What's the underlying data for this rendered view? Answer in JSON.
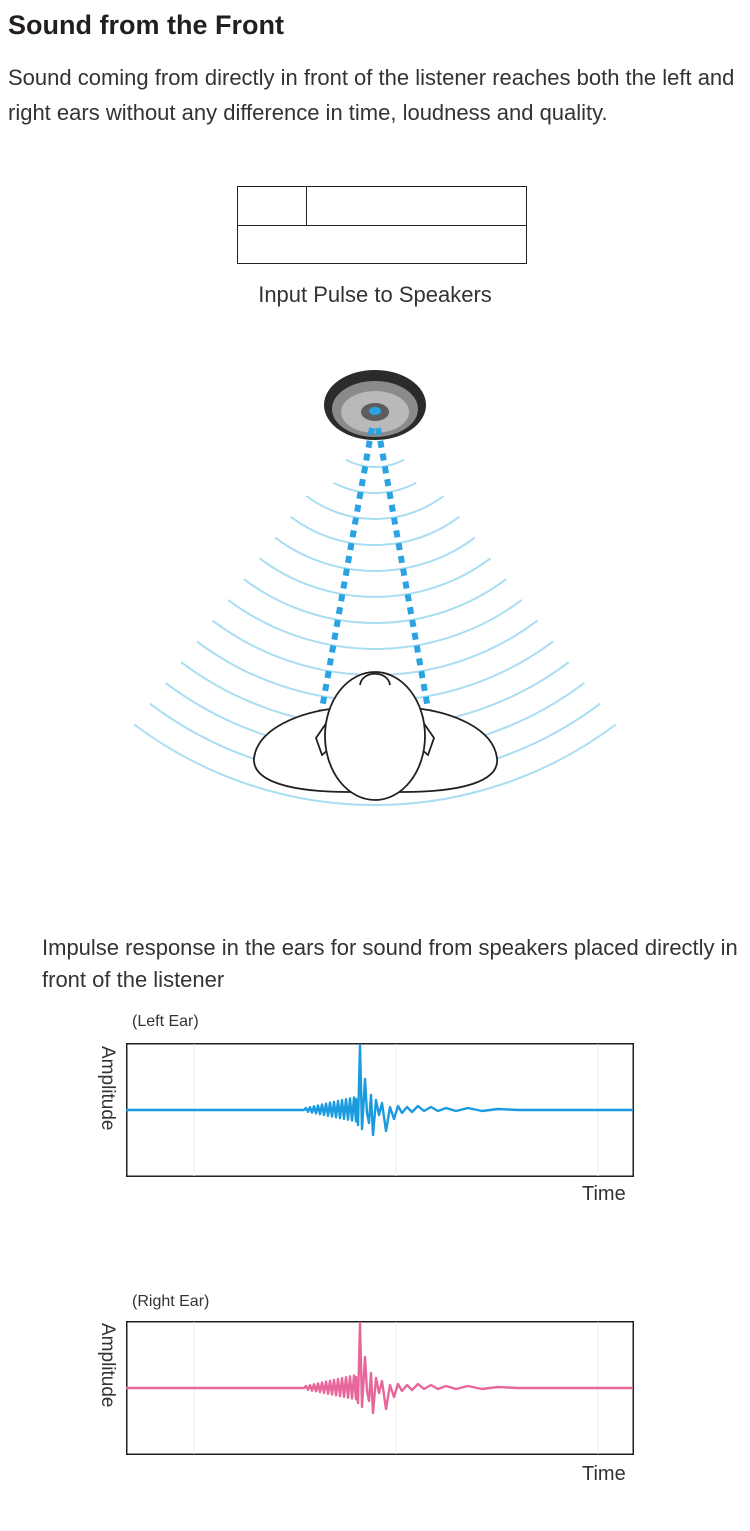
{
  "title": "Sound from the Front",
  "intro": "Sound coming from directly in front of the listener reaches both the left and right ears without any difference in time, loudness and quality.",
  "pulse_caption": "Input Pulse to Speakers",
  "impulse_caption": "Impulse response in the ears for sound from speakers placed directly in front of the listener",
  "left_chart": {
    "ear_label": "(Left Ear)",
    "ylabel": "Amplitude",
    "xlabel": "Time",
    "color": "#1a9be0"
  },
  "right_chart": {
    "ear_label": "(Right Ear)",
    "ylabel": "Amplitude",
    "xlabel": "Time",
    "color": "#e8679b"
  },
  "colors": {
    "wave": "#a9def2",
    "ray": "#2ba3e3",
    "ink": "#231f20"
  }
}
